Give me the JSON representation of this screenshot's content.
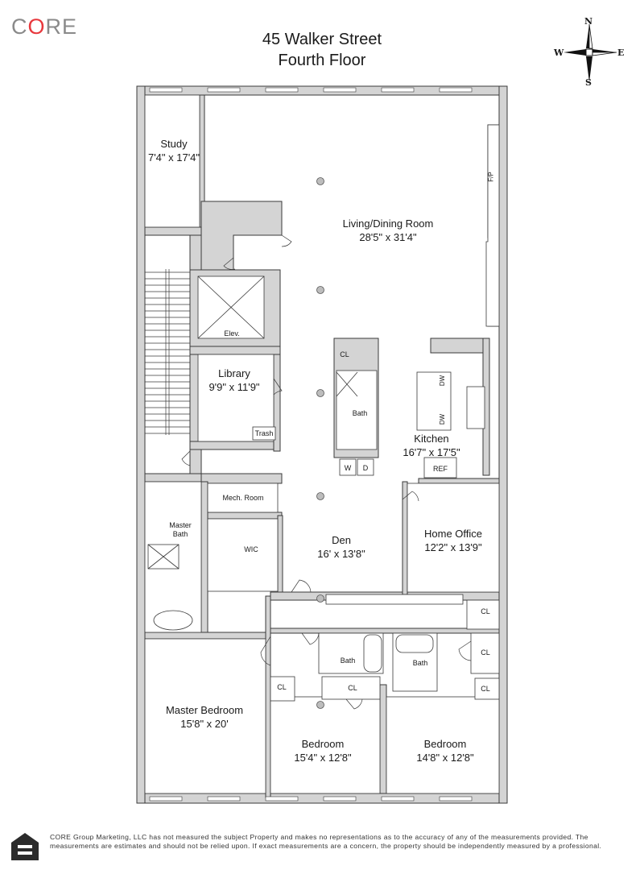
{
  "brand": {
    "prefix": "C",
    "accent": "O",
    "suffix": "RE"
  },
  "title": {
    "line1": "45 Walker Street",
    "line2": "Fourth Floor"
  },
  "compass": {
    "n": "N",
    "s": "S",
    "e": "E",
    "w": "W"
  },
  "rooms": {
    "study": {
      "name": "Study",
      "dims": "7'4\" x 17'4\""
    },
    "living": {
      "name": "Living/Dining Room",
      "dims": "28'5\" x 31'4\""
    },
    "library": {
      "name": "Library",
      "dims": "9'9\" x 11'9\""
    },
    "kitchen": {
      "name": "Kitchen",
      "dims": "16'7\" x 17'5\""
    },
    "den": {
      "name": "Den",
      "dims": "16' x 13'8\""
    },
    "home_office": {
      "name": "Home Office",
      "dims": "12'2\" x 13'9\""
    },
    "master_bedroom": {
      "name": "Master Bedroom",
      "dims": "15'8\" x 20'"
    },
    "bedroom1": {
      "name": "Bedroom",
      "dims": "15'4\" x 12'8\""
    },
    "bedroom2": {
      "name": "Bedroom",
      "dims": "14'8\" x 12'8\""
    }
  },
  "labels": {
    "elev": "Elev.",
    "trash": "Trash",
    "cl": "CL",
    "bath": "Bath",
    "w": "W",
    "d": "D",
    "ref": "REF",
    "dw": "DW",
    "fp": "F/P",
    "mech": "Mech. Room",
    "wic": "WIC",
    "master_bath_1": "Master",
    "master_bath_2": "Bath"
  },
  "disclaimer": "CORE Group Marketing, LLC has not measured the subject Property and makes no representations as to the accuracy of any of the measurements provided. The measurements are estimates and should not be relied upon. If exact measurements are a concern, the property should be independently measured by a professional.",
  "colors": {
    "wall": "#d4d4d4",
    "stroke": "#3a3a3a",
    "accent": "#e8383d"
  }
}
